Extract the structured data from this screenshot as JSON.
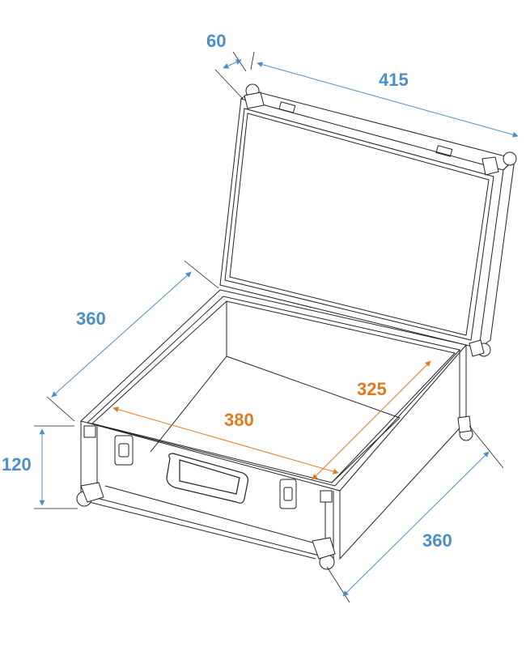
{
  "diagram": {
    "subject": "Open flight case with lid, dimension drawing",
    "units": "mm",
    "colors": {
      "outer_dimension": "#4a8fc8",
      "inner_dimension": "#e07a1f",
      "line_art": "#222222",
      "background": "#ffffff"
    },
    "outer_dimensions": {
      "lid_depth": {
        "label": "60"
      },
      "lid_width": {
        "label": "415"
      },
      "depth_left": {
        "label": "360"
      },
      "height": {
        "label": "120"
      },
      "depth_right": {
        "label": "360"
      }
    },
    "inner_dimensions": {
      "width": {
        "label": "380"
      },
      "depth": {
        "label": "325"
      }
    },
    "components": [
      "lid",
      "base",
      "handle",
      "butterfly-latch-left",
      "butterfly-latch-right",
      "ball-corners",
      "hinges"
    ]
  }
}
